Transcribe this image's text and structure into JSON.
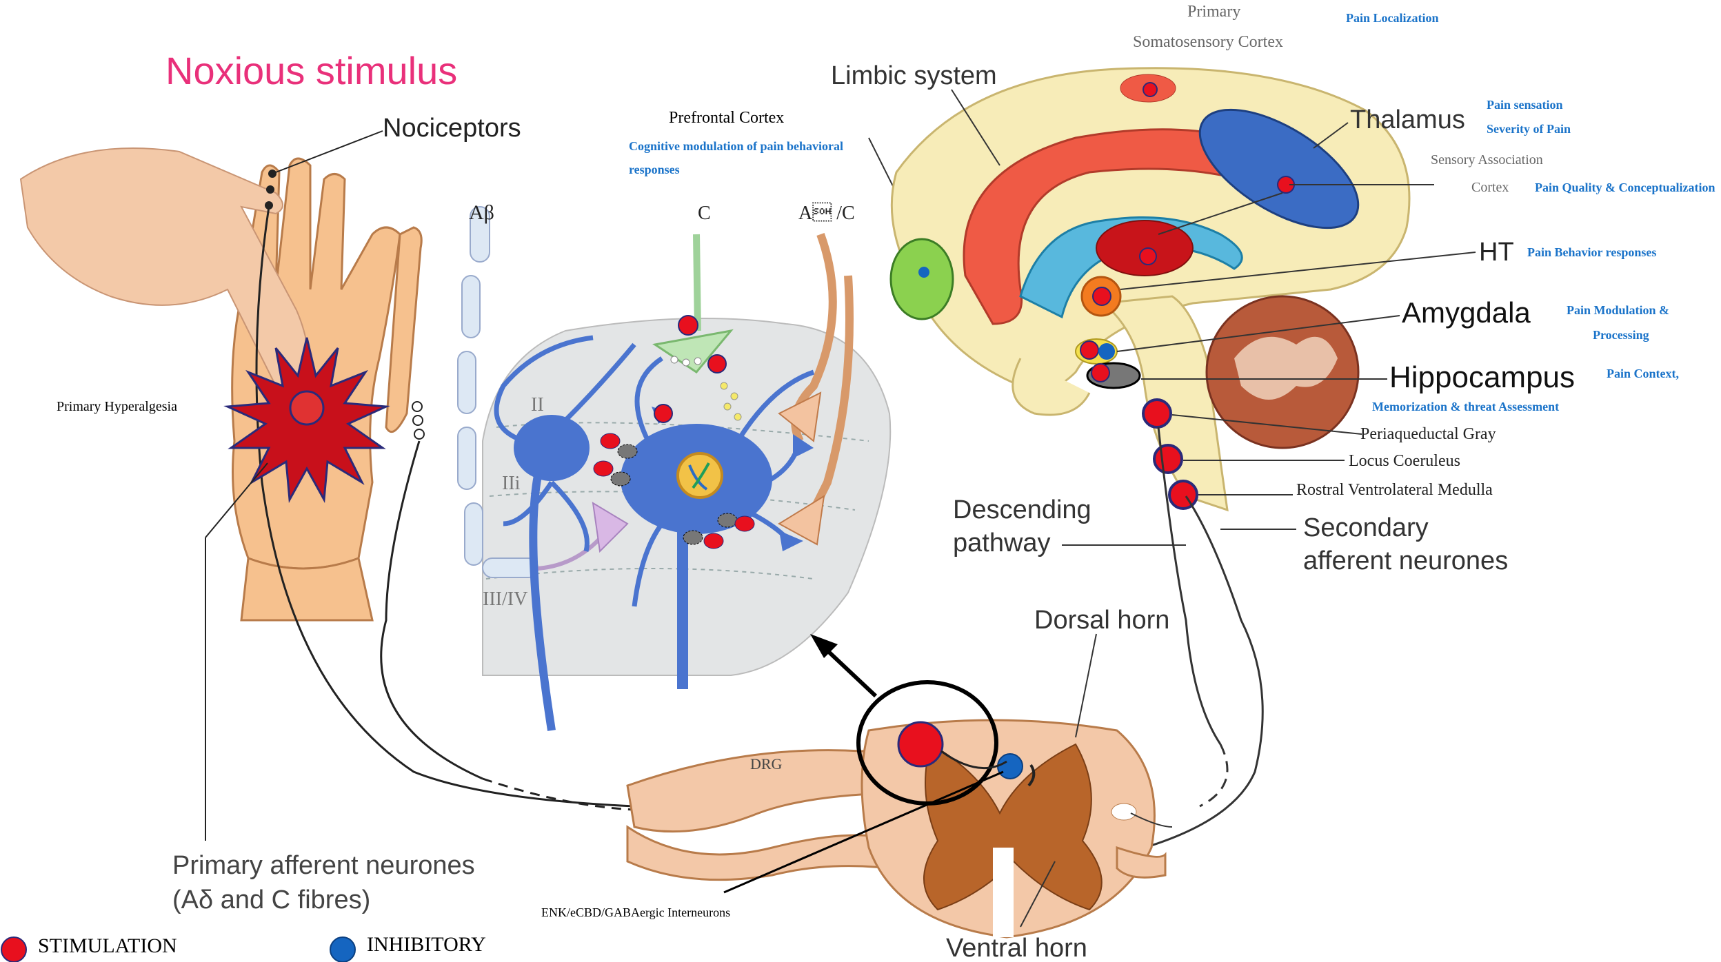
{
  "title": "Noxious stimulus",
  "hand": {
    "nociceptors_label": "Nociceptors",
    "hyperalgesia_label": "Primary Hyperalgesia",
    "primary_afferent_label_line1": "Primary afferent neurones",
    "primary_afferent_label_line2": "(Aδ and C fibres)"
  },
  "dorsal_horn_inset": {
    "fiber_labels": [
      "Aβ",
      "C",
      "A\u0001 /C"
    ],
    "lamina_labels": [
      "II",
      "IIi",
      "III/IV"
    ]
  },
  "brain": {
    "limbic_system": "Limbic system",
    "prefrontal_cortex": "Prefrontal Cortex",
    "prefrontal_function_line1": "Cognitive modulation of pain behavioral",
    "prefrontal_function_line2": "responses",
    "somatosensory_line1": "Primary",
    "somatosensory_line2": "Somatosensory Cortex",
    "somatosensory_function": "Pain Localization",
    "thalamus": "Thalamus",
    "thalamus_function_line1": "Pain sensation",
    "thalamus_function_line2": "Severity of Pain",
    "sensory_association_line1": "Sensory Association",
    "sensory_association_line2": "Cortex",
    "sensory_association_function": "Pain Quality & Conceptualization",
    "ht": "HT",
    "ht_function": "Pain Behavior responses",
    "amygdala": "Amygdala",
    "amygdala_function_line1": "Pain Modulation &",
    "amygdala_function_line2": "Processing",
    "hippocampus": "Hippocampus",
    "hippocampus_function_line1": "Pain Context,",
    "hippocampus_function_line2": "Memorization & threat Assessment",
    "pag": "Periaqueductal Gray",
    "lc": "Locus Coeruleus",
    "rvlm": "Rostral Ventrolateral Medulla"
  },
  "spinal": {
    "descending_line1": "Descending",
    "descending_line2": "pathway",
    "secondary_line1": "Secondary",
    "secondary_line2": "afferent neurones",
    "dorsal_horn": "Dorsal horn",
    "ventral_horn": "Ventral horn",
    "drg": "DRG",
    "interneurons": "ENK/eCBD/GABAergic Interneurons"
  },
  "legend": {
    "stimulation": "STIMULATION",
    "inhibitory": "INHIBITORY",
    "stimulation_color": "#e8101e",
    "inhibitory_color": "#1565c0"
  },
  "colors": {
    "title_pink": "#e9307a",
    "function_blue": "#1a73c9",
    "neuron_blue": "#4a74cf"
  }
}
